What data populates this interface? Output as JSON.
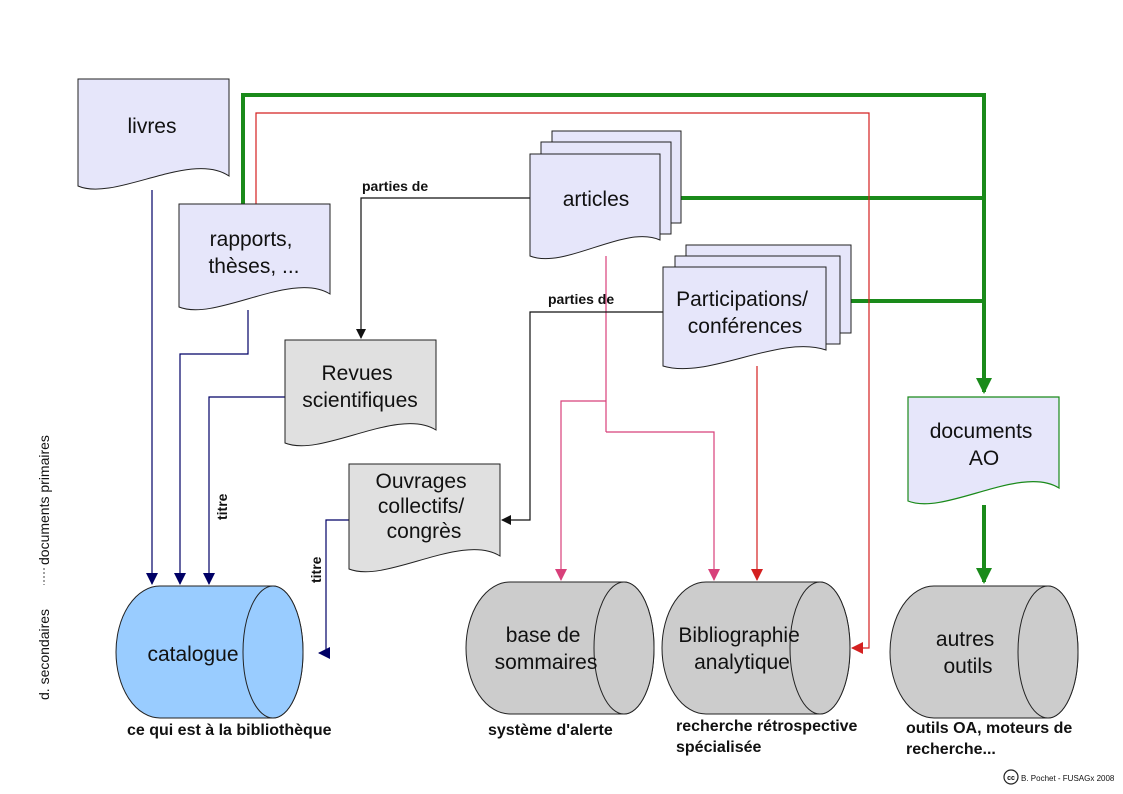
{
  "nodes": {
    "livres": [
      "livres"
    ],
    "rapports": [
      "rapports,",
      "thèses, ..."
    ],
    "articles": [
      "articles"
    ],
    "participations": [
      "Participations/",
      "conférences"
    ],
    "revues": [
      "Revues",
      "scientifiques"
    ],
    "ouvrages": [
      "Ouvrages",
      "collectifs/",
      "congrès"
    ],
    "documents_ao": [
      "documents",
      "AO"
    ],
    "catalogue": [
      "catalogue"
    ],
    "sommaires": [
      "base de",
      "sommaires"
    ],
    "bibliographie": [
      "Bibliographie",
      "analytique"
    ],
    "autres": [
      "autres",
      "outils"
    ]
  },
  "edge_labels": {
    "parties_de_1": "parties de",
    "parties_de_2": "parties de",
    "titre_1": "titre",
    "titre_2": "titre"
  },
  "captions": {
    "catalogue": [
      "ce qui est à la bibliothèque"
    ],
    "sommaires": [
      "système d'alerte"
    ],
    "bibliographie": [
      "recherche rétrospective",
      "spécialisée"
    ],
    "autres": [
      "outils OA, moteurs de",
      "recherche..."
    ]
  },
  "side_labels": {
    "primaires": "documents primaires",
    "secondaires": "d. secondaires"
  },
  "credit": "B. Pochet - FUSAGx 2008",
  "credit_symbol": "cc",
  "colors": {
    "doc_fill": "#e6e6fa",
    "grey_fill": "#e0e0e0",
    "catalogue_fill": "#99ccff",
    "db_fill": "#cccccc",
    "green": "#1a8a1a",
    "red": "#d42020",
    "pink": "#d8407a",
    "navy": "#000066"
  }
}
